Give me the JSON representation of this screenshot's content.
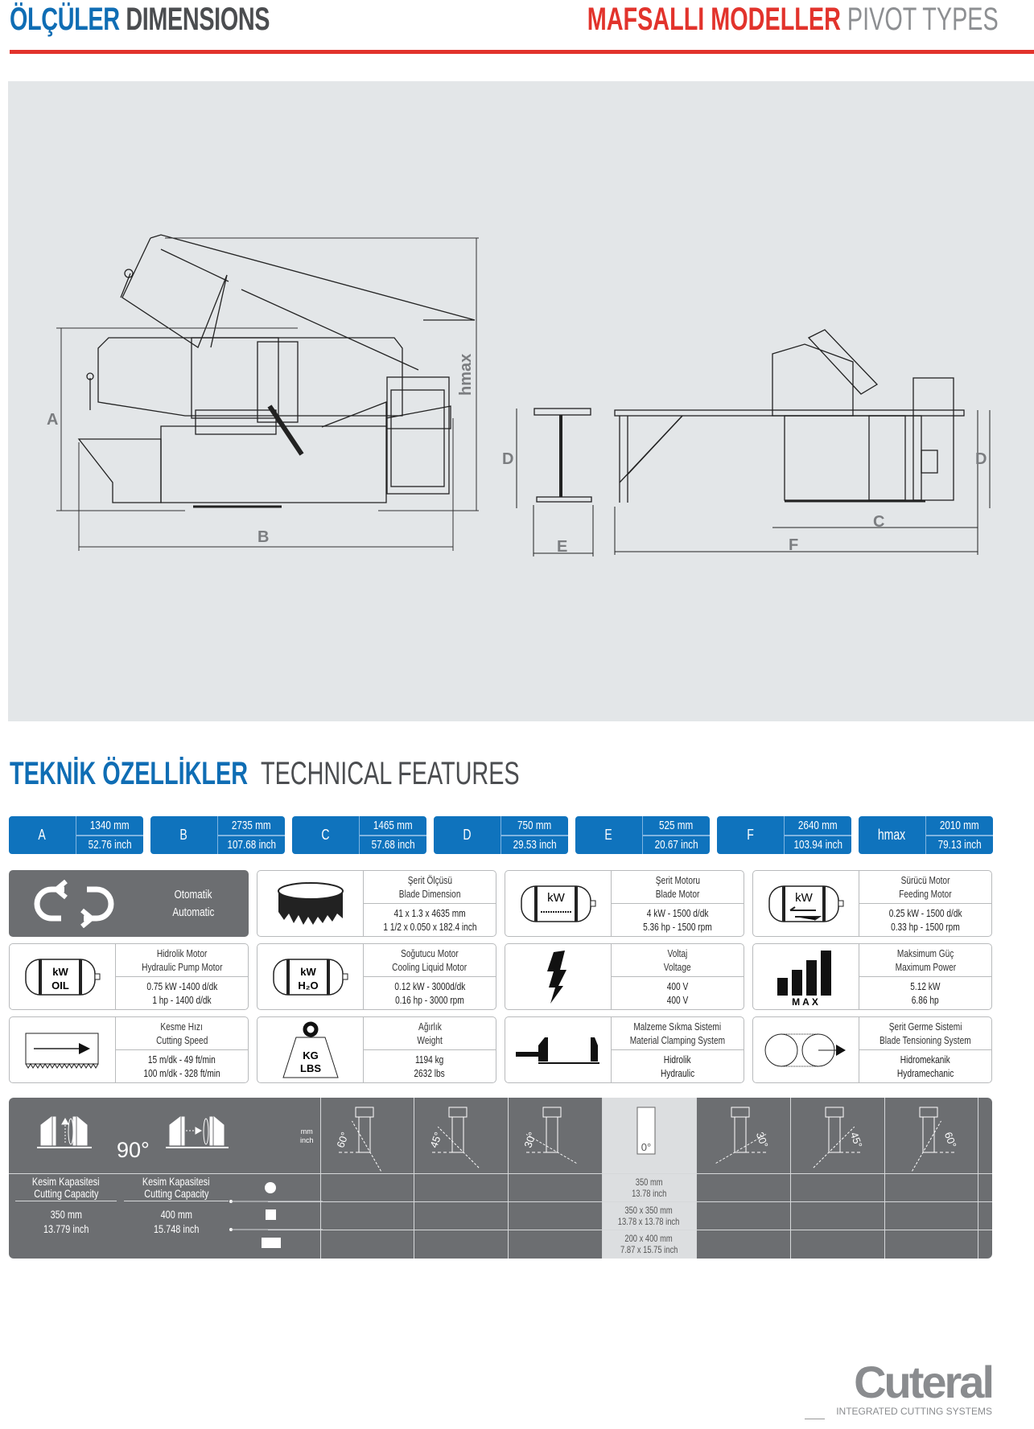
{
  "header": {
    "left_tr": "ÖLÇÜLER",
    "left_en": "DIMENSIONS",
    "right_tr": "MAFSALLI MODELLER",
    "right_en": "PIVOT TYPES"
  },
  "drawing_labels": {
    "a": "A",
    "b": "B",
    "hmax": "hmax",
    "d_left": "D",
    "e": "E",
    "d_right": "D",
    "c": "C",
    "f": "F"
  },
  "section": {
    "title_tr": "TEKNİK ÖZELLİKLER",
    "title_en": "TECHNICAL FEATURES"
  },
  "dimensions": [
    {
      "label": "A",
      "mm": "1340 mm",
      "inch": "52.76 inch"
    },
    {
      "label": "B",
      "mm": "2735 mm",
      "inch": "107.68 inch"
    },
    {
      "label": "C",
      "mm": "1465 mm",
      "inch": "57.68 inch"
    },
    {
      "label": "D",
      "mm": "750 mm",
      "inch": "29.53 inch"
    },
    {
      "label": "E",
      "mm": "525 mm",
      "inch": "20.67 inch"
    },
    {
      "label": "F",
      "mm": "2640 mm",
      "inch": "103.94 inch"
    },
    {
      "label": "hmax",
      "mm": "2010 mm",
      "inch": "79.13 inch"
    }
  ],
  "features": [
    {
      "icon": "automatic-cycle-icon",
      "tr": "Otomatik",
      "en": "Automatic"
    },
    {
      "icon": "blade-band-icon",
      "tr": "Şerit Ölçüsü",
      "en": "Blade Dimension",
      "v1": "41 x 1.3 x 4635 mm",
      "v2": "1 1/2 x 0.050 x 182.4 inch"
    },
    {
      "icon": "blade-motor-icon",
      "tr": "Şerit Motoru",
      "en": "Blade Motor",
      "v1": "4 kW - 1500 d/dk",
      "v2": "5.36 hp - 1500 rpm",
      "icon_text": "kW"
    },
    {
      "icon": "feeding-motor-icon",
      "tr": "Sürücü Motor",
      "en": "Feeding Motor",
      "v1": "0.25 kW - 1500 d/dk",
      "v2": "0.33 hp - 1500 rpm",
      "icon_text": "kW"
    },
    {
      "icon": "hydraulic-motor-icon",
      "tr": "Hidrolik Motor",
      "en": "Hydraulic Pump Motor",
      "v1": "0.75 kW -1400 d/dk",
      "v2": "1 hp - 1400 d/dk",
      "icon_text": "kW",
      "icon_text2": "OIL"
    },
    {
      "icon": "cooling-motor-icon",
      "tr": "Soğutucu Motor",
      "en": "Cooling Liquid Motor",
      "v1": "0.12 kW - 3000d/dk",
      "v2": "0.16 hp - 3000 rpm",
      "icon_text": "kW",
      "icon_text2": "H₂O"
    },
    {
      "icon": "lightning-icon",
      "tr": "Voltaj",
      "en": "Voltage",
      "v1": "400 V",
      "v2": "400 V"
    },
    {
      "icon": "max-power-bars-icon",
      "tr": "Maksimum Güç",
      "en": "Maximum Power",
      "v1": "5.12 kW",
      "v2": "6.86 hp",
      "icon_text": "MAX"
    },
    {
      "icon": "cutting-speed-icon",
      "tr": "Kesme Hızı",
      "en": "Cutting Speed",
      "v1": "15 m/dk - 49 ft/min",
      "v2": "100 m/dk - 328 ft/min"
    },
    {
      "icon": "weight-icon",
      "tr": "Ağırlık",
      "en": "Weight",
      "v1": "1194 kg",
      "v2": "2632  lbs",
      "icon_text": "KG",
      "icon_text2": "LBS"
    },
    {
      "icon": "clamping-vise-icon",
      "tr": "Malzeme Sıkma Sistemi",
      "en": "Material Clamping System",
      "v1": "Hidrolik",
      "v2": "Hydraulic"
    },
    {
      "icon": "blade-tension-icon",
      "tr": "Şerit Germe Sistemi",
      "en": "Blade Tensioning System",
      "v1": "Hidromekanik",
      "v2": "Hydramechanic"
    }
  ],
  "capacity": {
    "units_mm": "mm",
    "units_inch": "inch",
    "angle_90": "90°",
    "col1": {
      "tr": "Kesim Kapasitesi",
      "en": "Cutting Capacity",
      "mm": "350 mm",
      "inch": "13.779 inch"
    },
    "col2": {
      "tr": "Kesim Kapasitesi",
      "en": "Cutting Capacity",
      "mm": "400 mm",
      "inch": "15.748 inch"
    },
    "angles": [
      {
        "label": "60°",
        "deg": 60,
        "side": "left"
      },
      {
        "label": "45°",
        "deg": 45,
        "side": "left"
      },
      {
        "label": "30°",
        "deg": 30,
        "side": "left"
      },
      {
        "label": "0°",
        "deg": 0,
        "side": "none"
      },
      {
        "label": "30°",
        "deg": 30,
        "side": "right"
      },
      {
        "label": "45°",
        "deg": 45,
        "side": "right"
      },
      {
        "label": "60°",
        "deg": 60,
        "side": "right"
      }
    ],
    "rows": [
      {
        "shape": "round",
        "l1": "350 mm",
        "l2": "13.78 inch"
      },
      {
        "shape": "square",
        "l1": "350 x 350 mm",
        "l2": "13.78 x 13.78 inch"
      },
      {
        "shape": "rectangle",
        "l1": "200 x 400 mm",
        "l2": "7.87 x 15.75 inch"
      }
    ]
  },
  "logo": {
    "name": "Cuteral",
    "tagline": "INTEGRATED CUTTING SYSTEMS"
  },
  "colors": {
    "blue": "#0f73bd",
    "red": "#e2332c",
    "dark_gray": "#6c6e71",
    "panel": "#e3e6e8"
  }
}
